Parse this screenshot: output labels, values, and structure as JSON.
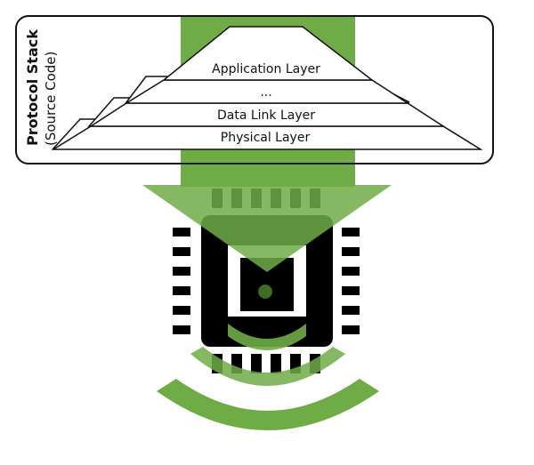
{
  "stack": {
    "title": "Protocol Stack",
    "subtitle": "(Source Code)",
    "layers": [
      {
        "label": "Application Layer"
      },
      {
        "label": "..."
      },
      {
        "label": "Data Link Layer"
      },
      {
        "label": "Physical Layer"
      }
    ]
  },
  "colors": {
    "accent_green": "#6fac46",
    "dark_green": "#3f6b22",
    "chip_black": "#000000",
    "outline": "#111111"
  },
  "icons": {
    "chip": "microchip-icon",
    "signal": "wireless-signal-icon",
    "arrow": "down-arrow-icon"
  }
}
